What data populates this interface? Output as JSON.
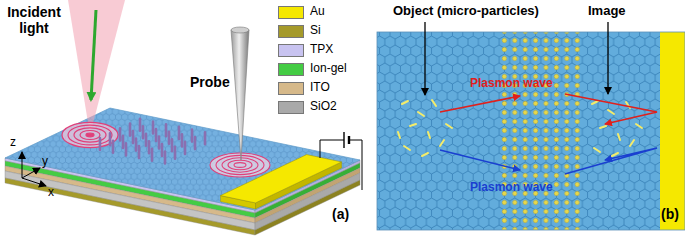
{
  "diagram": {
    "labels": [
      "Incident light",
      "Probe",
      "z",
      "y",
      "x",
      "(a)",
      "Object (micro-particles)",
      "Image",
      "Plasmon wave",
      "Plasmon wave",
      "(b)"
    ],
    "legend": [
      {
        "text": "Au",
        "color": "#f5e800"
      },
      {
        "text": "Si",
        "color": "#a59a2a"
      },
      {
        "text": "TPX",
        "color": "#c8c3f0"
      },
      {
        "text": "Ion-gel",
        "color": "#44cc44"
      },
      {
        "text": "ITO",
        "color": "#d6b98a"
      },
      {
        "text": "SiO2",
        "color": "#a9a9a9"
      }
    ]
  }
}
